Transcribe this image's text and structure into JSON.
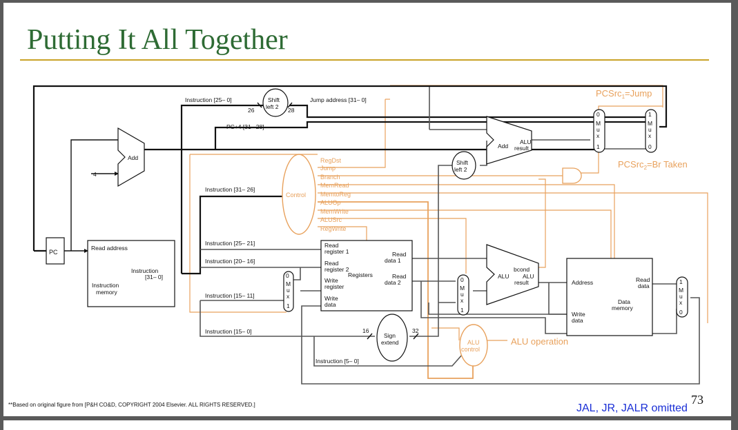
{
  "slide": {
    "title": "Putting It All Together",
    "footnote": "**Based on original figure from [P&H CO&D, COPYRIGHT 2004 Elsevier. ALL RIGHTS RESERVED.]",
    "page_number": "73",
    "omitted_note": "JAL, JR, JALR omitted",
    "colors": {
      "title": "#2e6b34",
      "rule": "#c9a227",
      "control": "#e8a15c",
      "note": "#1a2fd6"
    }
  },
  "diagram": {
    "pc": "PC",
    "instr_mem": {
      "read_address": "Read address",
      "instruction": "Instruction",
      "bits": "[31– 0]",
      "name1": "Instruction",
      "name2": "memory"
    },
    "add_pc": {
      "label": "Add",
      "const": "4"
    },
    "shift_jump": {
      "line1": "Shift",
      "line2": "left 2",
      "in": "26",
      "out": "28"
    },
    "labels": {
      "instr_25_0": "Instruction [25– 0]",
      "jump_address": "Jump address [31– 0]",
      "pc4": "PC+4 [31– 28]",
      "instr_31_26": "Instruction [31– 26]",
      "instr_25_21": "Instruction [25– 21]",
      "instr_20_16": "Instruction [20– 16]",
      "instr_15_11": "Instruction [15– 11]",
      "instr_15_0": "Instruction [15– 0]",
      "instr_5_0": "Instruction [5– 0]"
    },
    "control": {
      "name": "Control",
      "signals": [
        "RegDst",
        "Jump",
        "Branch",
        "MemRead",
        "MemtoReg",
        "ALUOp",
        "MemWrite",
        "ALUSrc",
        "RegWrite"
      ]
    },
    "registers": {
      "read_reg1_a": "Read",
      "read_reg1_b": "register 1",
      "read_reg2_a": "Read",
      "read_reg2_b": "register 2",
      "write_reg_a": "Write",
      "write_reg_b": "register",
      "write_data_a": "Write",
      "write_data_b": "data",
      "name": "Registers",
      "read_data1_a": "Read",
      "read_data1_b": "data 1",
      "read_data2_a": "Read",
      "read_data2_b": "data 2"
    },
    "mux_letters": [
      "M",
      "u",
      "x"
    ],
    "mux_regdst": {
      "top": "0",
      "bottom": "1"
    },
    "mux_alusrc": {
      "top": "0",
      "bottom": "1"
    },
    "mux_branch": {
      "top": "0",
      "bottom": "1"
    },
    "mux_jump": {
      "top": "1",
      "bottom": "0"
    },
    "mux_memtoreg": {
      "top": "1",
      "bottom": "0"
    },
    "sign_extend": {
      "line1": "Sign",
      "line2": "extend",
      "in": "16",
      "out": "32"
    },
    "shift_branch": {
      "line1": "Shift",
      "line2": "left 2"
    },
    "alu_branch": {
      "add": "Add",
      "alu": "ALU",
      "result": "result"
    },
    "alu_main": {
      "alu": "ALU",
      "bcond": "bcond",
      "alu2": "ALU",
      "result": "result"
    },
    "alu_control": {
      "line1": "ALU",
      "line2": "control"
    },
    "data_mem": {
      "address": "Address",
      "read_a": "Read",
      "read_b": "data",
      "name1": "Data",
      "name2": "memory",
      "write_a": "Write",
      "write_b": "data"
    },
    "annotations": {
      "pcsrc1_a": "PCSrc",
      "pcsrc1_sub": "1",
      "pcsrc1_b": "=Jump",
      "pcsrc2_a": "PCSrc",
      "pcsrc2_sub": "2",
      "pcsrc2_b": "=Br Taken",
      "alu_operation": "ALU operation"
    }
  }
}
